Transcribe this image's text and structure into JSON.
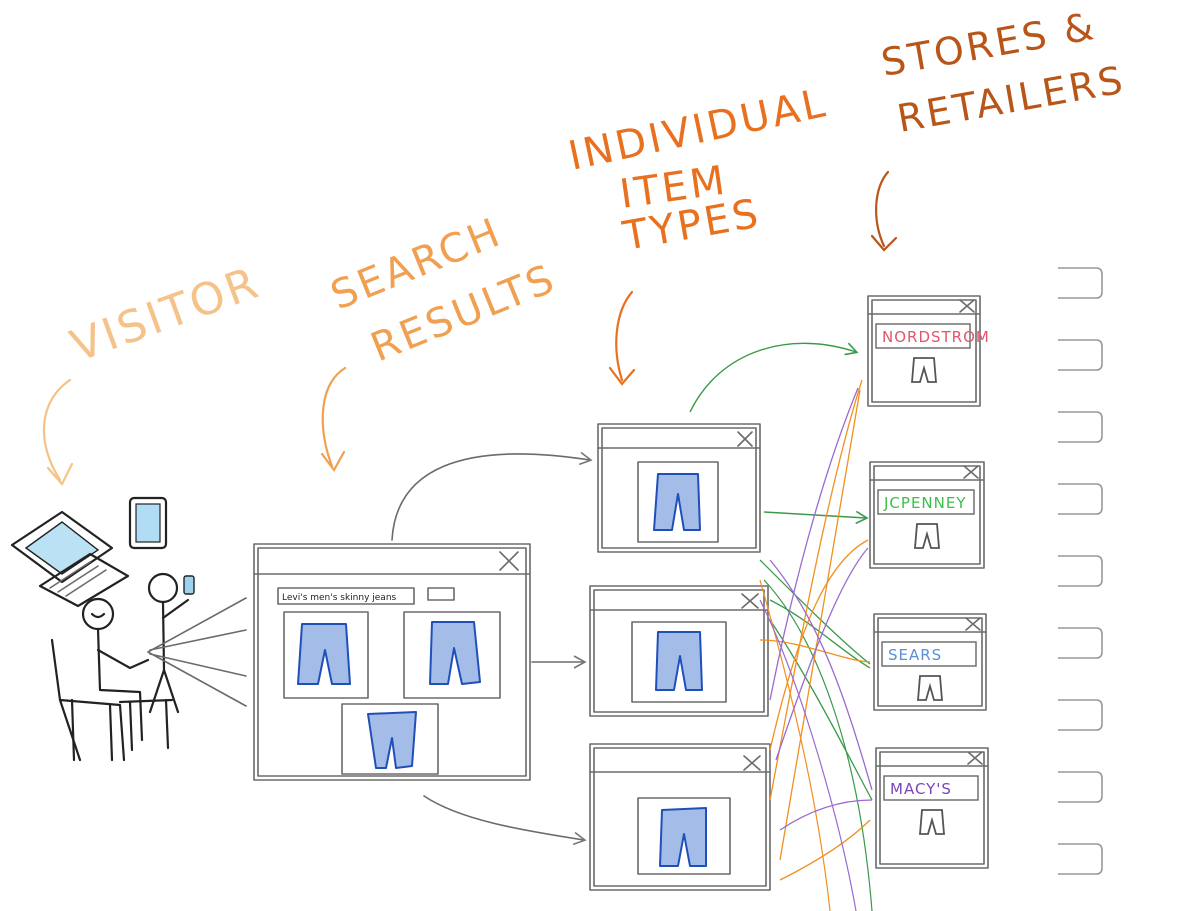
{
  "labels": {
    "visitor": "VISITOR",
    "search_results_line1": "SEARCH",
    "search_results_line2": "RESULTS",
    "item_types_line1": "INDIVIDUAL",
    "item_types_line2": "ITEM",
    "item_types_line3": "TYPES",
    "stores_line1": "STORES &",
    "stores_line2": "RETAILERS"
  },
  "search_box": {
    "query": "Levi's men's skinny jeans"
  },
  "stores": [
    {
      "name": "NORDSTROM",
      "color": "#e0566a"
    },
    {
      "name": "JCPENNEY",
      "color": "#3cbf4a"
    },
    {
      "name": "SEARS",
      "color": "#5b8fd6"
    },
    {
      "name": "MACY'S",
      "color": "#7a45b8"
    }
  ],
  "colors": {
    "visitor_label": "#f5c28a",
    "search_label": "#f0a050",
    "item_label": "#e8701e",
    "stores_label": "#b8561a",
    "jeans": "#1f4fb8",
    "screen_glow": "#3aa9e0",
    "link_green": "#3a9a4a",
    "link_orange": "#f09020",
    "link_purple": "#9a6ad0"
  }
}
